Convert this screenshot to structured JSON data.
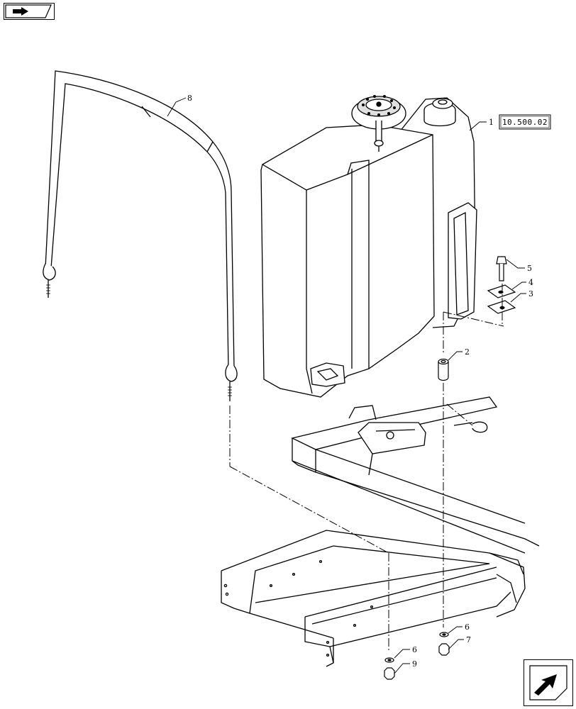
{
  "navigation": {
    "previous": "previous-page-icon",
    "next": "next-page-icon"
  },
  "callouts": {
    "c1": "1",
    "c2": "2",
    "c3": "3",
    "c4": "4",
    "c5": "5",
    "c6a": "6",
    "c6b": "6",
    "c7": "7",
    "c8": "8",
    "c9": "9"
  },
  "reference": "10.500.02",
  "colors": {
    "line": "#000000",
    "background": "#ffffff"
  }
}
